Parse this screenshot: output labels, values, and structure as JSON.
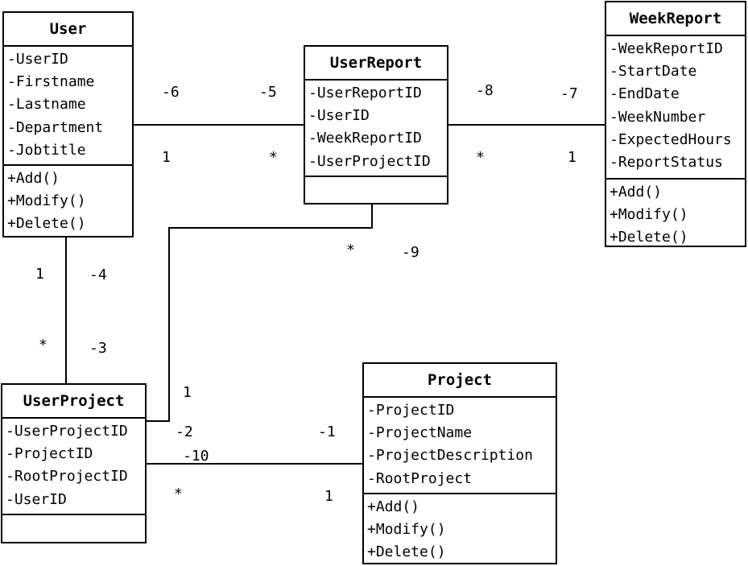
{
  "classes": {
    "user": {
      "name": "User",
      "attributes": [
        "-UserID",
        "-Firstname",
        "-Lastname",
        "-Department",
        "-Jobtitle"
      ],
      "methods": [
        "+Add()",
        "+Modify()",
        "+Delete()"
      ]
    },
    "userreport": {
      "name": "UserReport",
      "attributes": [
        "-UserReportID",
        "-UserID",
        "-WeekReportID",
        "-UserProjectID"
      ],
      "methods": []
    },
    "weekreport": {
      "name": "WeekReport",
      "attributes": [
        "-WeekReportID",
        "-StartDate",
        "-EndDate",
        "-WeekNumber",
        "-ExpectedHours",
        "-ReportStatus"
      ],
      "methods": [
        "+Add()",
        "+Modify()",
        "+Delete()"
      ]
    },
    "userproject": {
      "name": "UserProject",
      "attributes": [
        "-UserProjectID",
        "-ProjectID",
        "-RootProjectID",
        "-UserID"
      ],
      "methods": []
    },
    "project": {
      "name": "Project",
      "attributes": [
        "-ProjectID",
        "-ProjectName",
        "-ProjectDescription",
        "-RootProject"
      ],
      "methods": [
        "+Add()",
        "+Modify()",
        "+Delete()"
      ]
    }
  },
  "labels": {
    "l_6": "-6",
    "l_5": "-5",
    "l_1_user_userreport": "1",
    "l_star_user_userreport": "*",
    "l_8": "-8",
    "l_7": "-7",
    "l_star_userreport_weekreport": "*",
    "l_1_weekreport": "1",
    "l_star_userreport_userproject": "*",
    "l_9": "-9",
    "l_1_user_userproject": "1",
    "l_4": "-4",
    "l_star_user_userproject": "*",
    "l_3": "-3",
    "l_1_userproject_userreport": "1",
    "l_2": "-2",
    "l_1neg": "-1",
    "l_10": "-10",
    "l_star_userproject_project": "*",
    "l_1_project": "1"
  }
}
